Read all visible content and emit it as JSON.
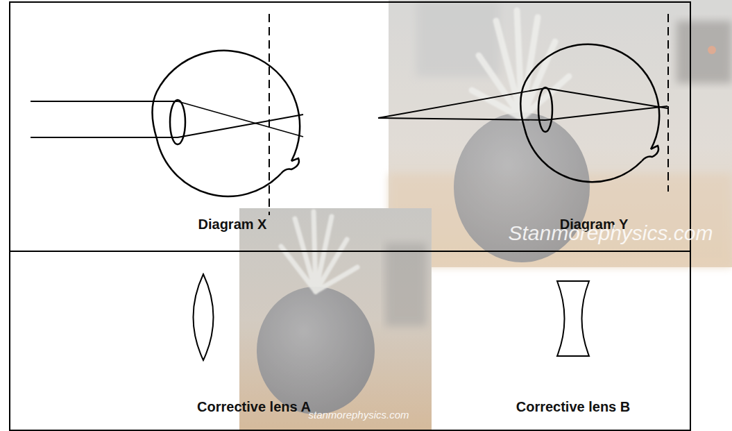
{
  "diagram": {
    "labels": [
      "Diagram X",
      "Diagram Y",
      "Corrective lens A",
      "Corrective lens B",
      "Stanmorephysics.com",
      "stanmorephysics.com"
    ]
  }
}
